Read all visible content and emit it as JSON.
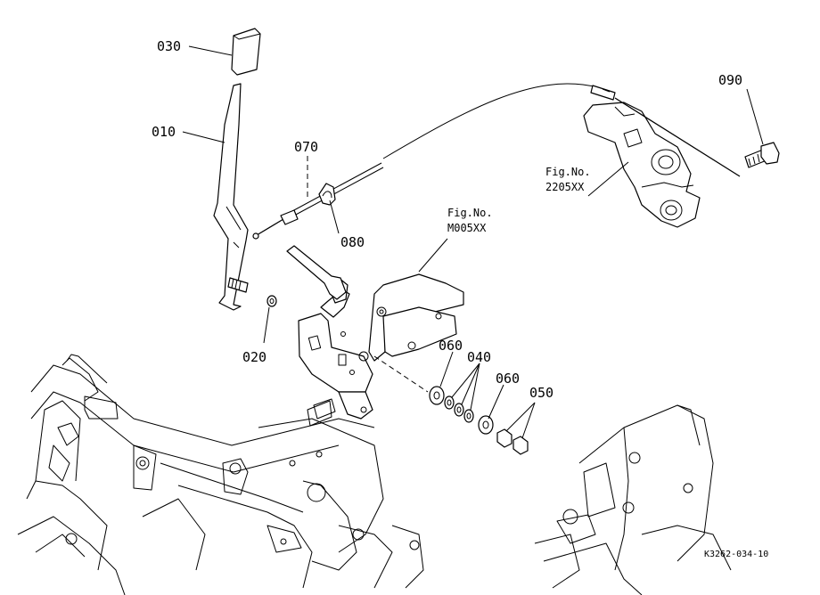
{
  "parts": [
    {
      "id": "part-030",
      "label": "030"
    },
    {
      "id": "part-010",
      "label": "010"
    },
    {
      "id": "part-070",
      "label": "070"
    },
    {
      "id": "part-080",
      "label": "080"
    },
    {
      "id": "part-020",
      "label": "020"
    },
    {
      "id": "part-060a",
      "label": "060"
    },
    {
      "id": "part-040",
      "label": "040"
    },
    {
      "id": "part-060b",
      "label": "060"
    },
    {
      "id": "part-050",
      "label": "050"
    },
    {
      "id": "part-090",
      "label": "090"
    }
  ],
  "references": [
    {
      "id": "ref-2205",
      "line1": "Fig.No.",
      "line2": "2205XX"
    },
    {
      "id": "ref-m005",
      "line1": "Fig.No.",
      "line2": "M005XX"
    }
  ],
  "drawing_code": "K3262-034-10"
}
